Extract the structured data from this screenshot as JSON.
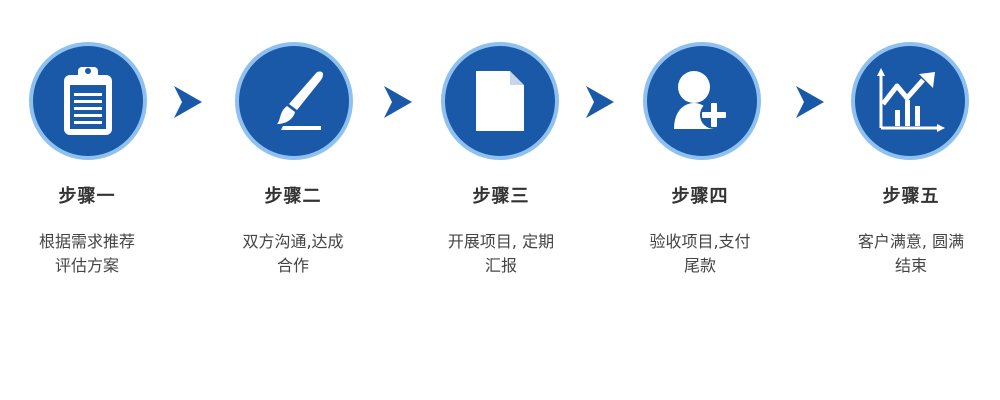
{
  "steps": [
    {
      "title": "步骤一",
      "line1": "根据需求推荐",
      "line2": "评估方案",
      "icon": "clipboard-icon"
    },
    {
      "title": "步骤二",
      "line1": "双方沟通,达成",
      "line2": "合作",
      "icon": "paintbrush-icon"
    },
    {
      "title": "步骤三",
      "line1": "开展项目, 定期",
      "line2": "汇报",
      "icon": "document-icon"
    },
    {
      "title": "步骤四",
      "line1": "验收项目,支付",
      "line2": "尾款",
      "icon": "add-user-icon"
    },
    {
      "title": "步骤五",
      "line1": "客户满意, 圆满",
      "line2": "结束",
      "icon": "growth-chart-icon"
    }
  ],
  "colors": {
    "circle": "#1a58a8",
    "ring": "#8ec0f0",
    "arrow": "#1a58a8"
  }
}
